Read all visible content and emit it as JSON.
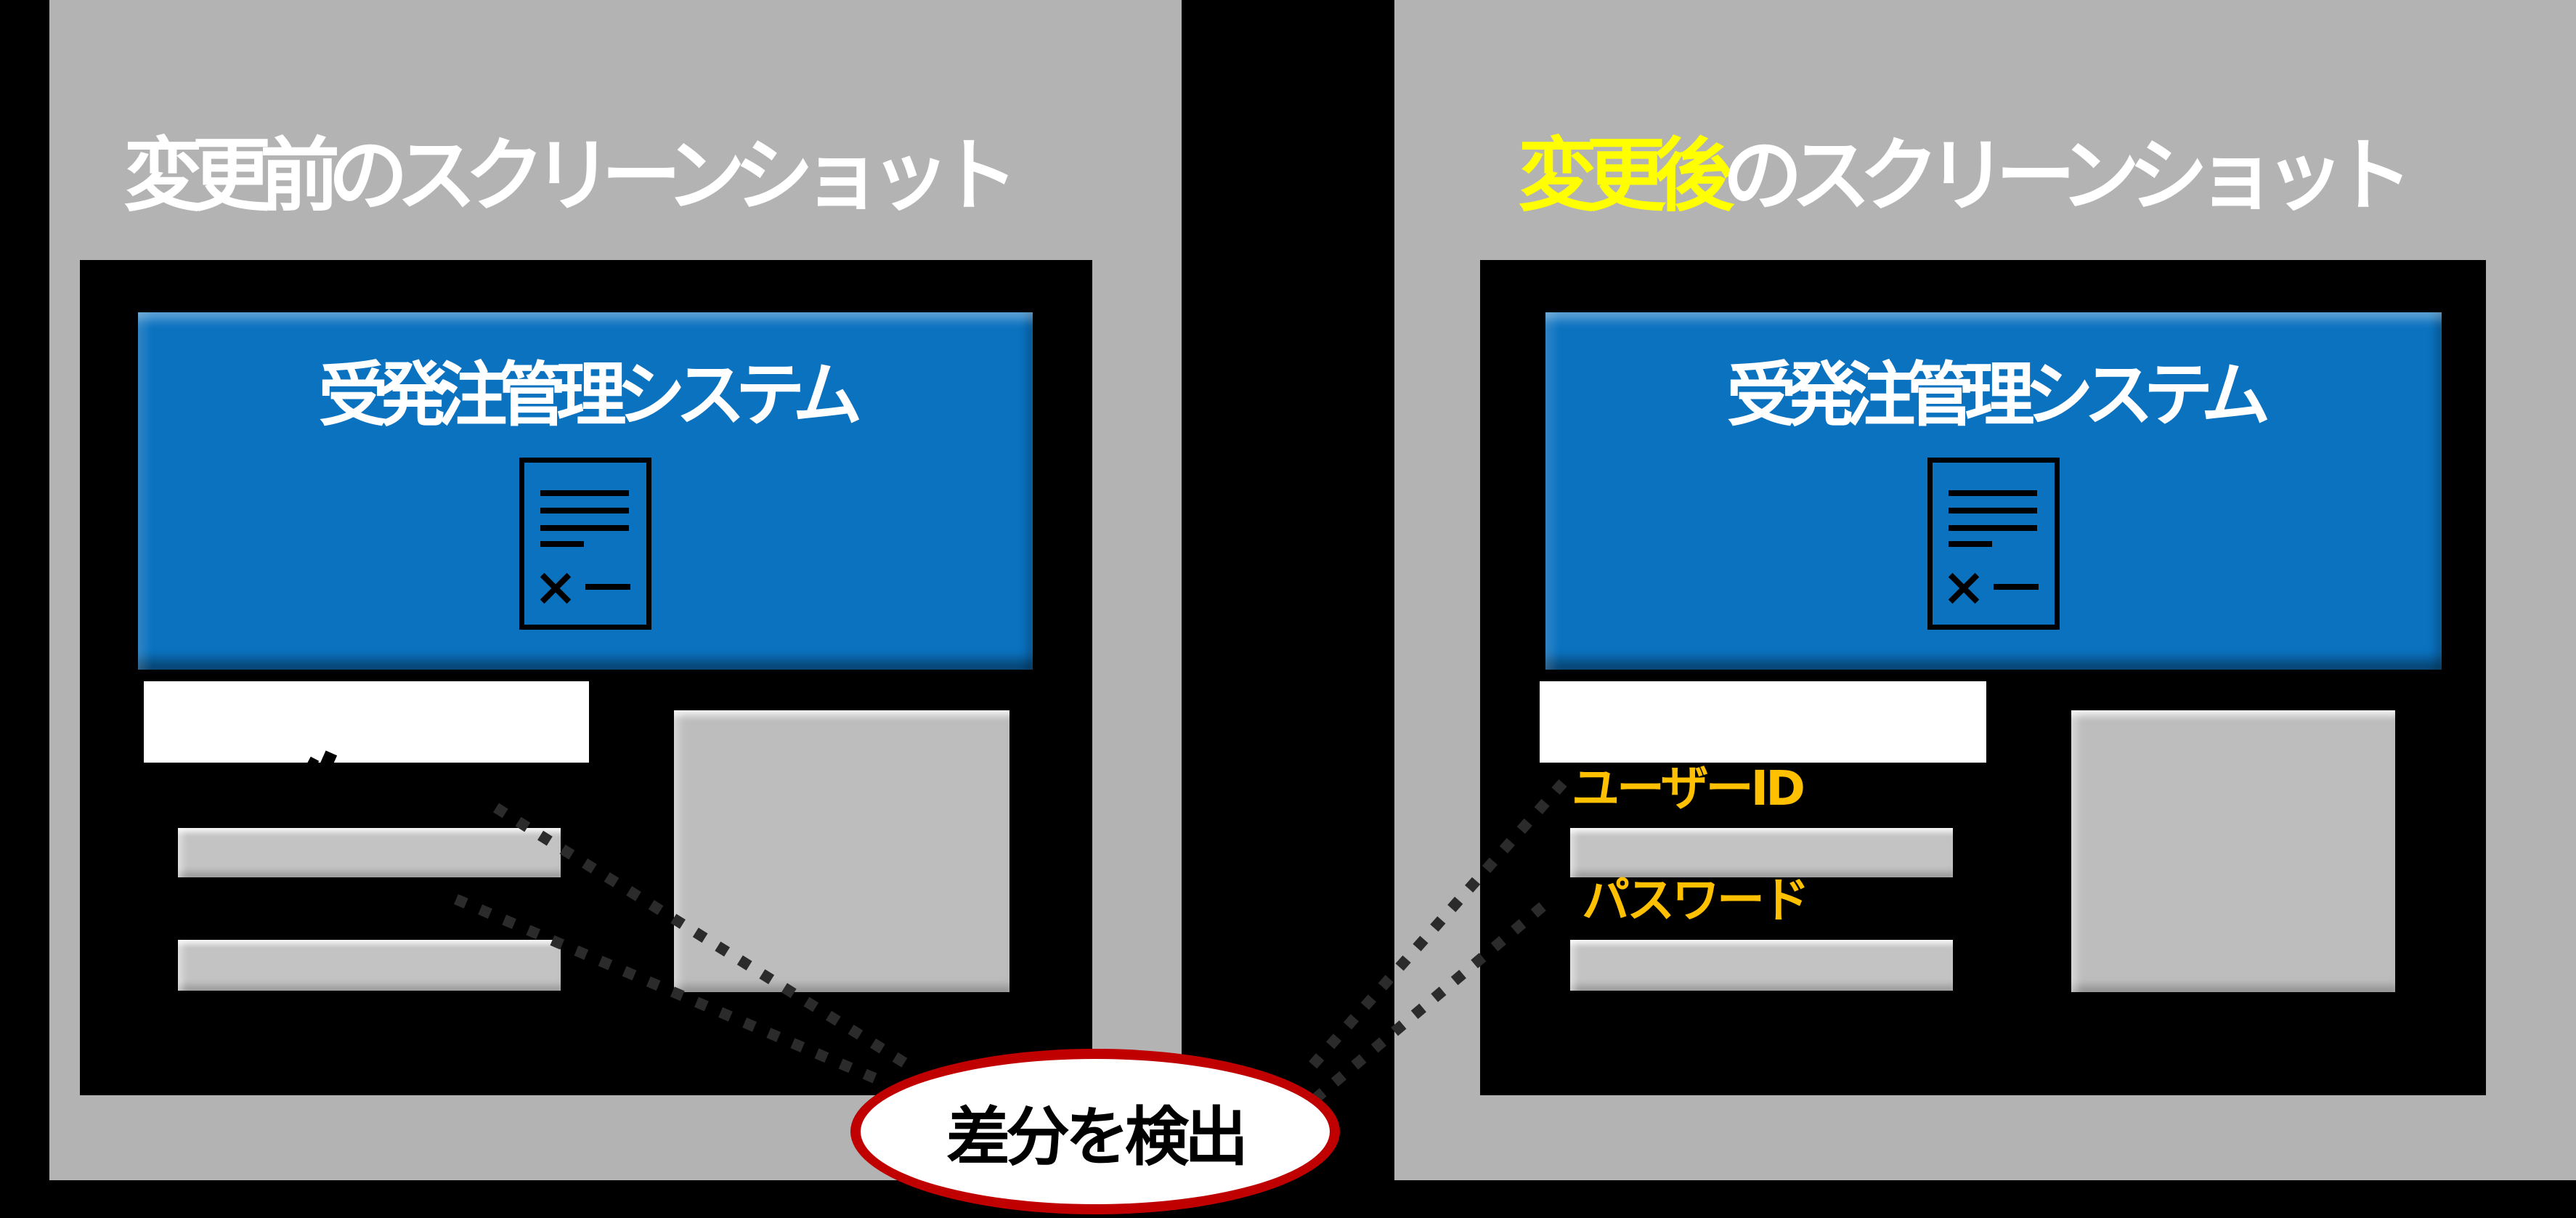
{
  "diagram": {
    "before": {
      "title": "変更前のスクリーンショット",
      "app_title": "受発注管理システム"
    },
    "after": {
      "title_highlight": "変更後",
      "title_rest": "のスクリーンショット",
      "app_title": "受発注管理システム",
      "user_id_label": "ユーザーID",
      "password_label": "パスワード"
    },
    "callout": "差分を検出"
  },
  "icons": {
    "app_document": "document-icon"
  },
  "colors": {
    "page_background": "#000000",
    "panel_gray": "#b3b3b3",
    "screen_black": "#000000",
    "app_header_blue": "#0b72c0",
    "title_white": "#ffffff",
    "highlight_yellow": "#ffff00",
    "field_label_orange": "#ffc000",
    "field_gray": "#c3c3c3",
    "white_area": "#ffffff",
    "callout_border_red": "#c00000",
    "connector_dark": "#2b2b2b"
  }
}
